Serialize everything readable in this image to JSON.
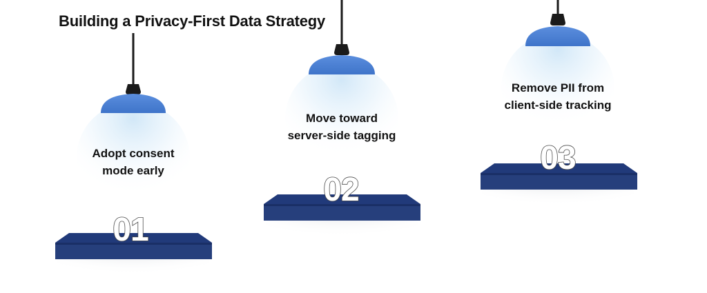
{
  "title": "Building a Privacy-First Data Strategy",
  "steps": [
    {
      "number": "01",
      "line1": "Adopt consent",
      "line2": "mode early"
    },
    {
      "number": "02",
      "line1": "Move toward",
      "line2": "server-side tagging"
    },
    {
      "number": "03",
      "line1": "Remove PII from",
      "line2": "client-side tracking"
    }
  ],
  "colors": {
    "lamp_shade": "#4a7fd1",
    "lamp_cap": "#1a1a1a",
    "shelf_top": "#213a7a",
    "shelf_front": "#263f7c",
    "light_glow": "#cfe6f7"
  }
}
